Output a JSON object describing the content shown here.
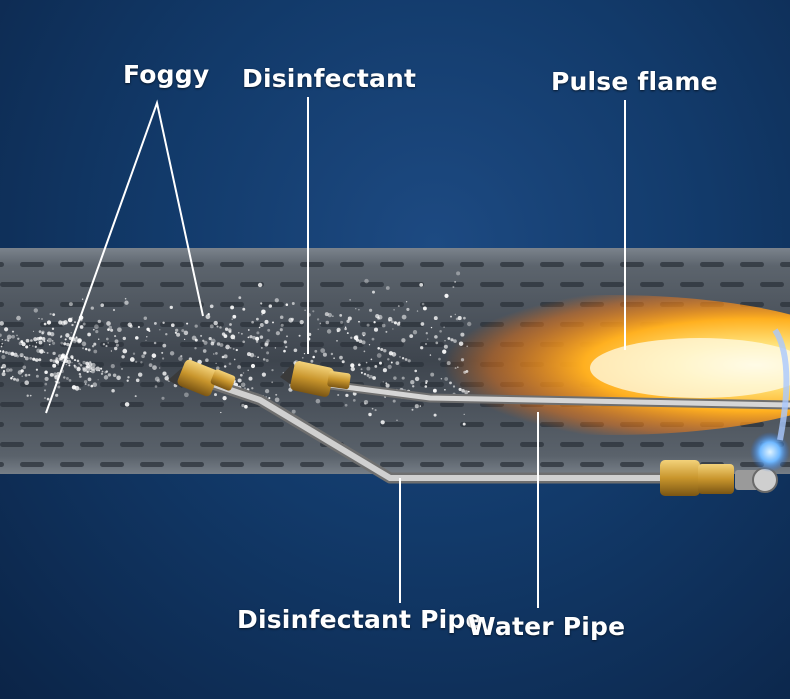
{
  "labels": {
    "foggy": "Foggy",
    "disinfectant": "Disinfectant",
    "pulse_flame": "Pulse flame",
    "disinfectant_pipe": "Disinfectant Pipe",
    "water_pipe": "Water Pipe"
  },
  "colors": {
    "background": "#123a6a",
    "tube": "#5a6470",
    "flame": "#ffb020",
    "pipe": "#c9c9c9",
    "brass": "#c8952c",
    "callout_line": "#ffffff"
  }
}
